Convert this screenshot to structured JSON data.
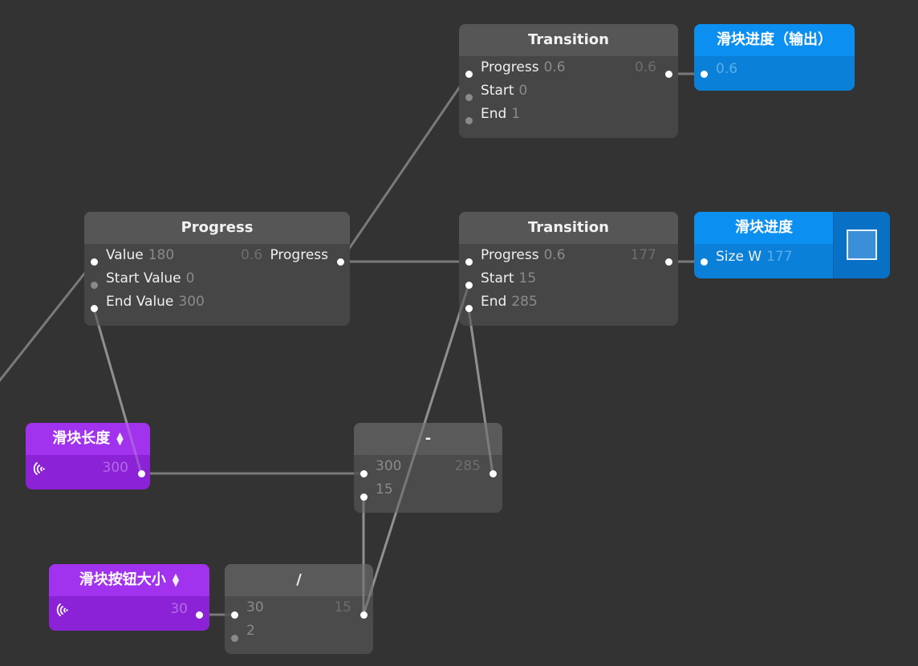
{
  "canvas": {
    "background": "#333333"
  },
  "nodes": {
    "transition_top": {
      "title": "Transition",
      "inputs": [
        {
          "label": "Progress",
          "value": "0.6",
          "connected": true
        },
        {
          "label": "Start",
          "value": "0",
          "connected": false
        },
        {
          "label": "End",
          "value": "1",
          "connected": false
        }
      ],
      "output": {
        "value": "0.6"
      }
    },
    "output_progress": {
      "title": "滑块进度（输出）",
      "input": {
        "value": "0.6"
      },
      "color": "#0b8ff0"
    },
    "progress": {
      "title": "Progress",
      "inputs": [
        {
          "label": "Value",
          "value": "180",
          "connected": true
        },
        {
          "label": "Start Value",
          "value": "0",
          "connected": false
        },
        {
          "label": "End Value",
          "value": "300",
          "connected": true
        }
      ],
      "output": {
        "label": "Progress",
        "value": "0.6"
      }
    },
    "transition_mid": {
      "title": "Transition",
      "inputs": [
        {
          "label": "Progress",
          "value": "0.6",
          "connected": true
        },
        {
          "label": "Start",
          "value": "15",
          "connected": true
        },
        {
          "label": "End",
          "value": "285",
          "connected": true
        }
      ],
      "output": {
        "value": "177"
      }
    },
    "slider_progress": {
      "title": "滑块进度",
      "input": {
        "label": "Size W",
        "value": "177"
      },
      "preview_icon": "square-preview-icon",
      "color": "#0b8ff0"
    },
    "slider_length": {
      "title": "滑块长度",
      "value": "300",
      "icon": "signal-icon",
      "color": "#a133ee"
    },
    "subtract": {
      "title": "-",
      "inputs": [
        {
          "value": "300",
          "connected": true
        },
        {
          "value": "15",
          "connected": true
        }
      ],
      "output": {
        "value": "285"
      }
    },
    "button_size": {
      "title": "滑块按钮大小",
      "value": "30",
      "icon": "signal-icon",
      "color": "#a133ee"
    },
    "divide": {
      "title": "/",
      "inputs": [
        {
          "value": "30",
          "connected": true
        },
        {
          "value": "2",
          "connected": false
        }
      ],
      "output": {
        "value": "15"
      }
    }
  },
  "connections": [
    {
      "from": "offscreen-left",
      "to": "progress.Value"
    },
    {
      "from": "progress.Progress",
      "to": "transition_top.Progress"
    },
    {
      "from": "progress.Progress",
      "to": "transition_mid.Progress"
    },
    {
      "from": "transition_top.output",
      "to": "output_progress.input"
    },
    {
      "from": "transition_mid.output",
      "to": "slider_progress.Size W"
    },
    {
      "from": "slider_length.output",
      "to": "progress.End Value"
    },
    {
      "from": "slider_length.output",
      "to": "subtract.input0"
    },
    {
      "from": "subtract.output",
      "to": "transition_mid.End"
    },
    {
      "from": "button_size.output",
      "to": "divide.input0"
    },
    {
      "from": "divide.output",
      "to": "subtract.input1"
    },
    {
      "from": "divide.output",
      "to": "transition_mid.Start"
    }
  ]
}
